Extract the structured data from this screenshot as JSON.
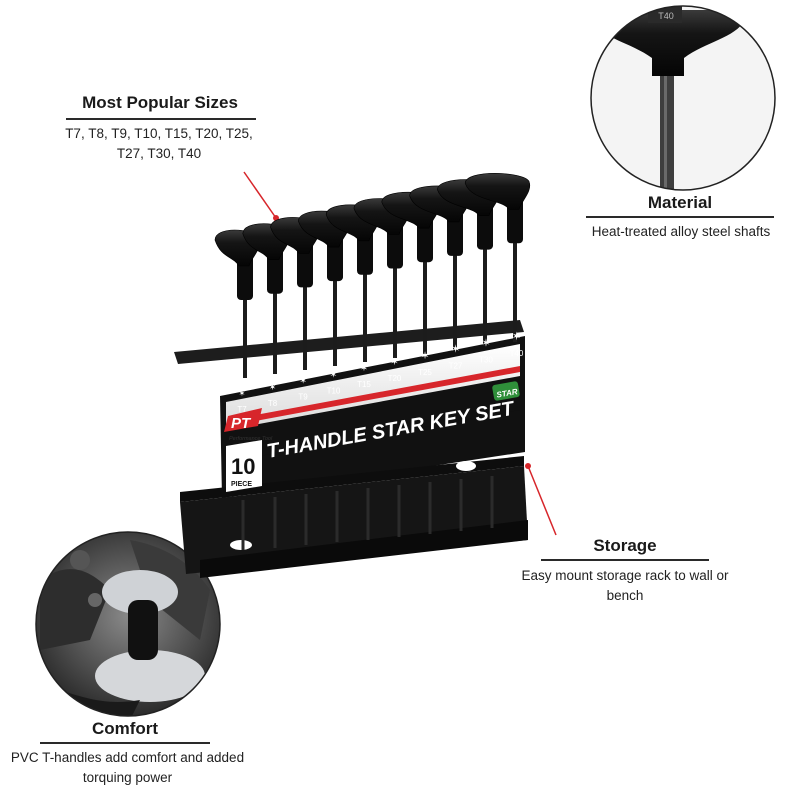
{
  "callouts": {
    "sizes": {
      "title": "Most Popular Sizes",
      "text": "T7, T8, T9, T10, T15, T20, T25, T27, T30, T40"
    },
    "material": {
      "title": "Material",
      "text": "Heat-treated alloy steel shafts"
    },
    "storage": {
      "title": "Storage",
      "text": "Easy mount storage rack to wall or bench"
    },
    "comfort": {
      "title": "Comfort",
      "text": "PVC T-handles add comfort and added torquing power"
    }
  },
  "product": {
    "brand": "PT",
    "brand_sub": "Performance Tool",
    "piece_count": "10",
    "piece_label": "PIECE",
    "name": "T-HANDLE STAR KEY SET",
    "badge": "STAR",
    "sizes": [
      "T7",
      "T8",
      "T9",
      "T10",
      "T15",
      "T20",
      "T25",
      "T27",
      "T30",
      "T40"
    ]
  },
  "closeup": {
    "tag": "T40"
  },
  "colors": {
    "accent_red": "#d7262b",
    "badge_green": "#2f8f3a",
    "black": "#111111"
  }
}
